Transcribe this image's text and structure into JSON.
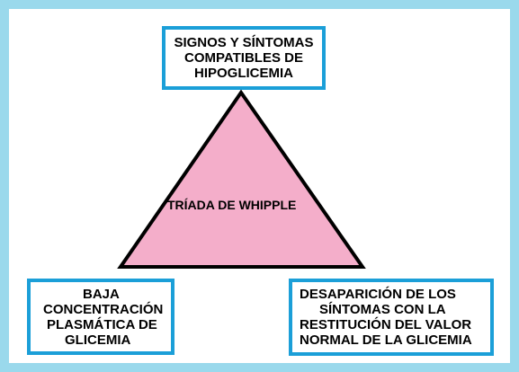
{
  "diagram": {
    "center_label": "TRÍADA DE WHIPPLE",
    "top_box": {
      "lines": [
        "SIGNOS Y SÍNTOMAS",
        "COMPATIBLES DE",
        "HIPOGLICEMIA"
      ]
    },
    "left_box": {
      "lines": [
        "BAJA",
        "CONCENTRACIÓN",
        "PLASMÁTICA DE",
        "GLICEMIA"
      ]
    },
    "right_box": {
      "lines": [
        "DESAPARICIÓN DE LOS",
        "SÍNTOMAS CON LA",
        "RESTITUCIÓN DEL VALOR",
        "NORMAL DE LA GLICEMIA"
      ]
    }
  },
  "colors": {
    "frame": "#9ad9ec",
    "box_border": "#1b9fd8",
    "triangle_fill": "#f4aeca",
    "triangle_stroke": "#000000"
  }
}
